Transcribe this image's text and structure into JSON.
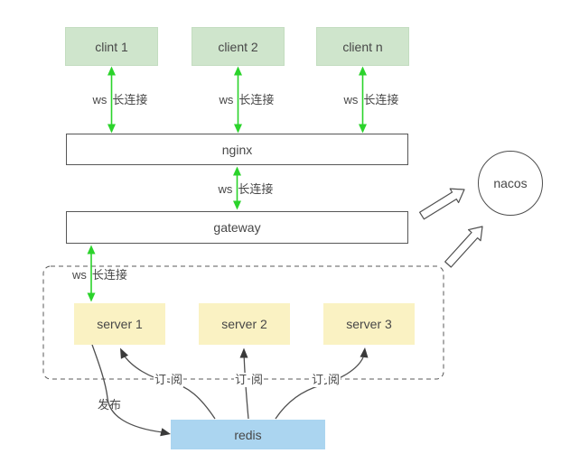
{
  "nodes": {
    "clients": [
      "clint 1",
      "client 2",
      "client n"
    ],
    "nginx": "nginx",
    "gateway": "gateway",
    "servers": [
      "server 1",
      "server 2",
      "server 3"
    ],
    "redis": "redis",
    "nacos": "nacos"
  },
  "labels": {
    "ws": [
      "ws",
      "长连接"
    ],
    "subscribe": [
      "订",
      "阅"
    ],
    "publish": "发布"
  },
  "colors": {
    "client_fill": "#cfe5cc",
    "client_border": "#c3ddc0",
    "server_fill": "#faf2c3",
    "redis_fill": "#abd5f0",
    "arrow_green": "#2bd32b",
    "line_dark": "#4f4f4f",
    "text_color": "#474747"
  }
}
